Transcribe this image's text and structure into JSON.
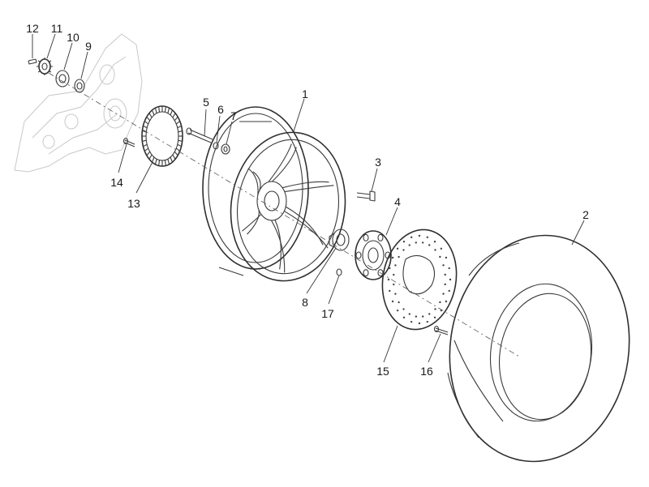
{
  "diagram": {
    "callouts": [
      {
        "id": "p1",
        "label": "1"
      },
      {
        "id": "p2",
        "label": "2"
      },
      {
        "id": "p3",
        "label": "3"
      },
      {
        "id": "p4",
        "label": "4"
      },
      {
        "id": "p5",
        "label": "5"
      },
      {
        "id": "p6",
        "label": "6"
      },
      {
        "id": "p7",
        "label": "7"
      },
      {
        "id": "p8",
        "label": "8"
      },
      {
        "id": "p9",
        "label": "9"
      },
      {
        "id": "p10",
        "label": "10"
      },
      {
        "id": "p11",
        "label": "11"
      },
      {
        "id": "p12",
        "label": "12"
      },
      {
        "id": "p13",
        "label": "13"
      },
      {
        "id": "p14",
        "label": "14"
      },
      {
        "id": "p15",
        "label": "15"
      },
      {
        "id": "p16",
        "label": "16"
      },
      {
        "id": "p17",
        "label": "17"
      }
    ]
  }
}
